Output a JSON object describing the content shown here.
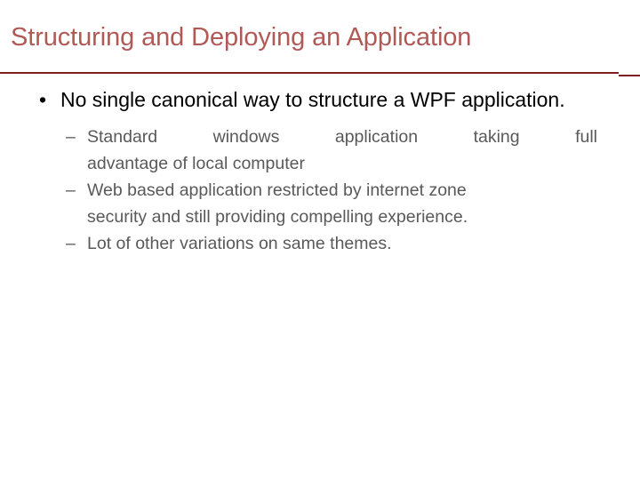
{
  "slide": {
    "title": "Structuring and Deploying an Application",
    "title_color": "#b05a56",
    "rule_color": "#7f1f24",
    "background_color": "#ffffff",
    "body_level1_color": "#000000",
    "body_level2_color": "#595959",
    "bullet_marker_level1": "•",
    "bullet_marker_level2": "–",
    "content": [
      {
        "level": 1,
        "text": "No single canonical way to structure a WPF application.",
        "children": [
          {
            "level": 2,
            "line1": "Standard windows application taking full",
            "line2": "advantage of local computer",
            "text": "Standard windows application taking full advantage of local computer"
          },
          {
            "level": 2,
            "line1": "Web based application restricted by internet zone",
            "line2": "security and still providing compelling experience.",
            "text": "Web based application restricted by internet zone security and still providing compelling experience."
          },
          {
            "level": 2,
            "line1": "Lot of other variations on same themes.",
            "line2": "",
            "text": "Lot of other variations on same themes."
          }
        ]
      }
    ]
  }
}
